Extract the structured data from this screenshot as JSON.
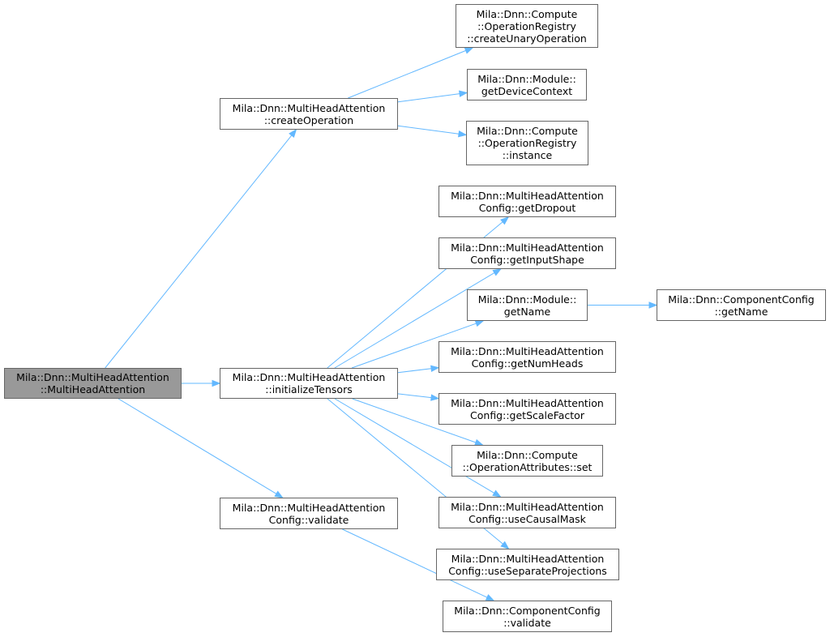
{
  "graph": {
    "edge_color": "#63b8ff",
    "node_border_color": "#666666",
    "root_fill_color": "#999999",
    "nodes": {
      "mha_ctor": {
        "lines": [
          "Mila::Dnn::MultiHeadAttention",
          "::MultiHeadAttention"
        ]
      },
      "create_op": {
        "lines": [
          "Mila::Dnn::MultiHeadAttention",
          "::createOperation"
        ]
      },
      "init_tensors": {
        "lines": [
          "Mila::Dnn::MultiHeadAttention",
          "::initializeTensors"
        ]
      },
      "cfg_validate": {
        "lines": [
          "Mila::Dnn::MultiHeadAttention",
          "Config::validate"
        ]
      },
      "create_unary": {
        "lines": [
          "Mila::Dnn::Compute",
          "::OperationRegistry",
          "::createUnaryOperation"
        ]
      },
      "get_device_ctx": {
        "lines": [
          "Mila::Dnn::Module::",
          "getDeviceContext"
        ]
      },
      "op_registry_instance": {
        "lines": [
          "Mila::Dnn::Compute",
          "::OperationRegistry",
          "::instance"
        ]
      },
      "get_dropout": {
        "lines": [
          "Mila::Dnn::MultiHeadAttention",
          "Config::getDropout"
        ]
      },
      "get_input_shape": {
        "lines": [
          "Mila::Dnn::MultiHeadAttention",
          "Config::getInputShape"
        ]
      },
      "module_get_name": {
        "lines": [
          "Mila::Dnn::Module::",
          "getName"
        ]
      },
      "component_get_name": {
        "lines": [
          "Mila::Dnn::ComponentConfig",
          "::getName"
        ]
      },
      "get_num_heads": {
        "lines": [
          "Mila::Dnn::MultiHeadAttention",
          "Config::getNumHeads"
        ]
      },
      "get_scale_factor": {
        "lines": [
          "Mila::Dnn::MultiHeadAttention",
          "Config::getScaleFactor"
        ]
      },
      "op_attributes_set": {
        "lines": [
          "Mila::Dnn::Compute",
          "::OperationAttributes::set"
        ]
      },
      "use_causal_mask": {
        "lines": [
          "Mila::Dnn::MultiHeadAttention",
          "Config::useCausalMask"
        ]
      },
      "use_separate_proj": {
        "lines": [
          "Mila::Dnn::MultiHeadAttention",
          "Config::useSeparateProjections"
        ]
      },
      "component_validate": {
        "lines": [
          "Mila::Dnn::ComponentConfig",
          "::validate"
        ]
      }
    },
    "edges": [
      [
        "mha_ctor",
        "create_op"
      ],
      [
        "mha_ctor",
        "init_tensors"
      ],
      [
        "mha_ctor",
        "cfg_validate"
      ],
      [
        "create_op",
        "create_unary"
      ],
      [
        "create_op",
        "get_device_ctx"
      ],
      [
        "create_op",
        "op_registry_instance"
      ],
      [
        "init_tensors",
        "get_dropout"
      ],
      [
        "init_tensors",
        "get_input_shape"
      ],
      [
        "init_tensors",
        "module_get_name"
      ],
      [
        "init_tensors",
        "get_num_heads"
      ],
      [
        "init_tensors",
        "get_scale_factor"
      ],
      [
        "init_tensors",
        "op_attributes_set"
      ],
      [
        "init_tensors",
        "use_causal_mask"
      ],
      [
        "init_tensors",
        "use_separate_proj"
      ],
      [
        "module_get_name",
        "component_get_name"
      ],
      [
        "cfg_validate",
        "component_validate"
      ]
    ]
  }
}
